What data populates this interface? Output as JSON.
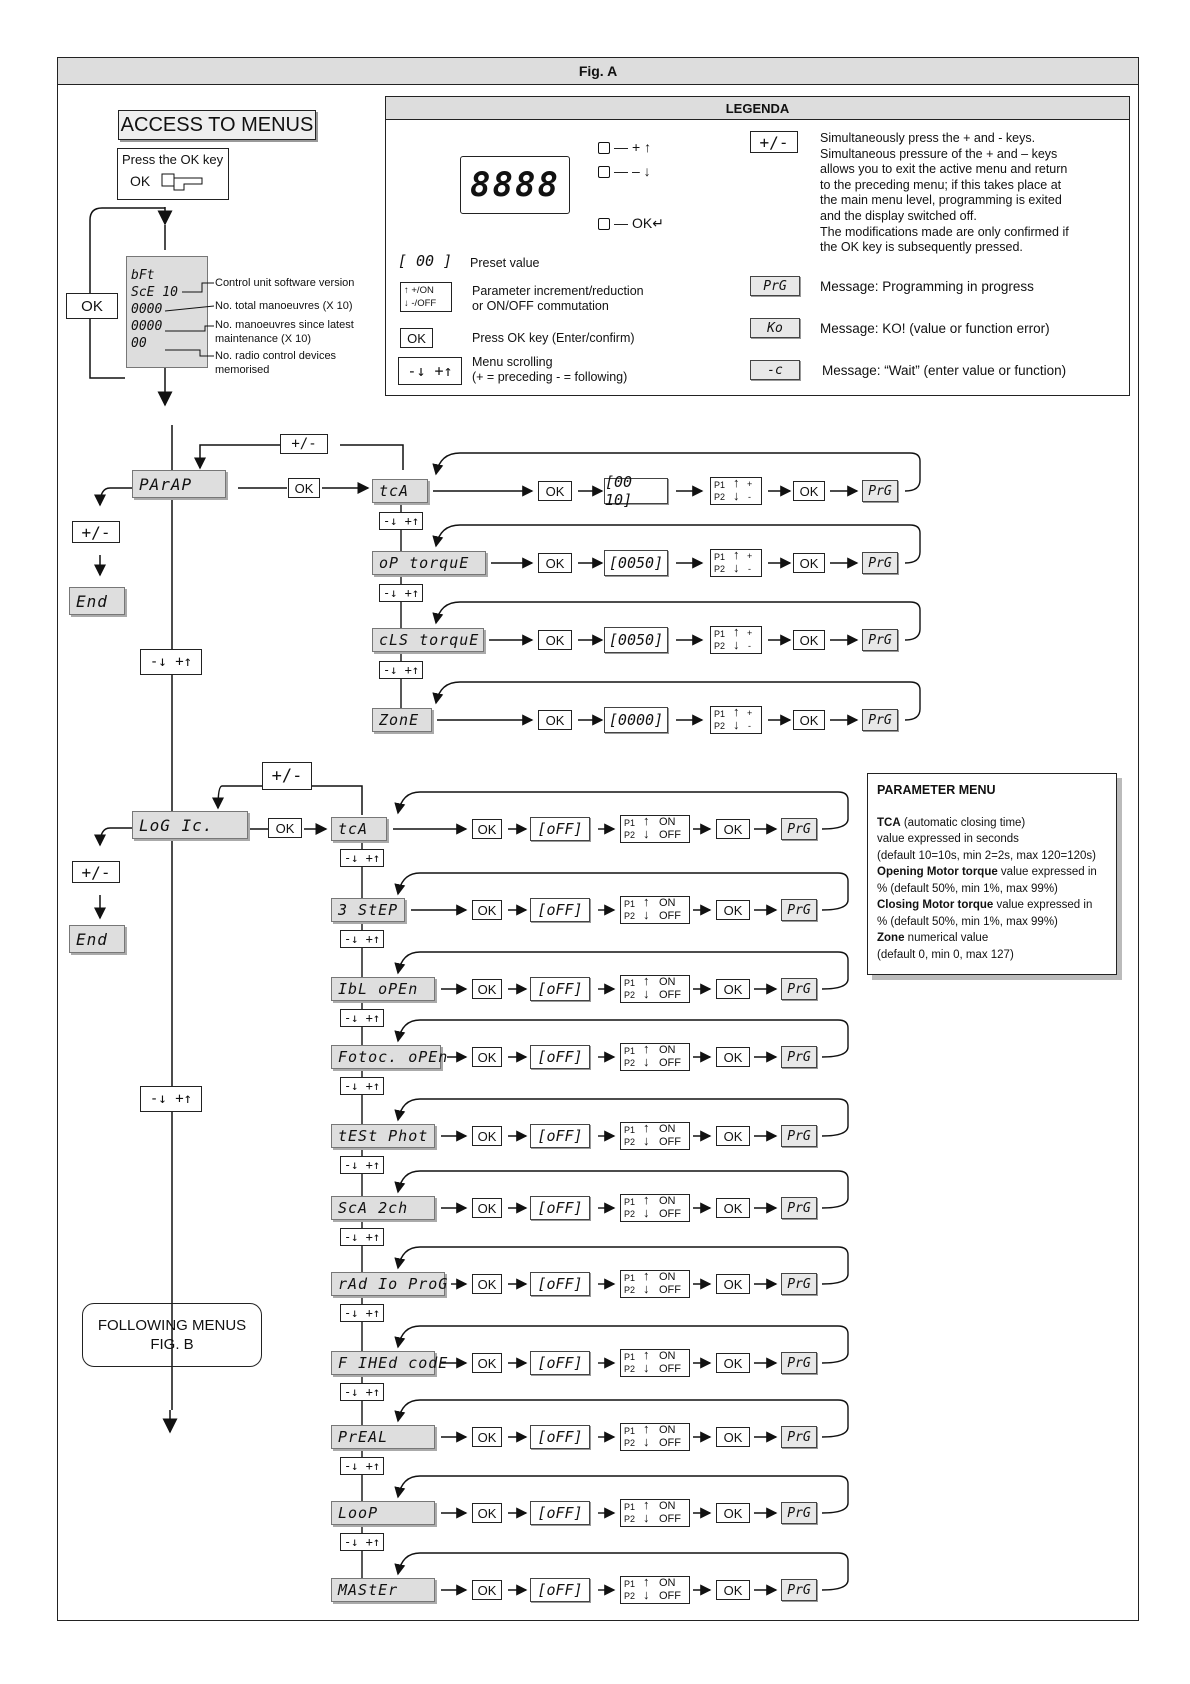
{
  "figure_title": "Fig. A",
  "access_title": "ACCESS TO MENUS",
  "press_ok_text": "Press the OK key",
  "ok_label": "OK",
  "plusminus_label": "+/-",
  "scroll_label": "-↓ +↑",
  "end_label": "End",
  "following_menus": [
    "FOLLOWING MENUS",
    "FIG. B"
  ],
  "startup_display": {
    "lines": [
      "bFt",
      "ScE 10",
      "0000",
      "0000",
      "00"
    ],
    "annotations": [
      "Control unit software version",
      "No. total manoeuvres (X 10)",
      "No. manoeuvres since latest",
      "maintenance (X 10)",
      "No. radio control devices",
      "memorised"
    ]
  },
  "legend": {
    "title": "LEGENDA",
    "display_digits": "8888",
    "key_plus": "+ ↑",
    "key_minus": "– ↓",
    "key_ok": "OK↵",
    "plusminus_desc": [
      "Simultaneously press the + and - keys.",
      "Simultaneous pressure of the + and – keys",
      "allows you to exit the active menu and return",
      "to the preceding menu; if this takes place at",
      "the main menu level, programming is exited",
      "and the display switched off.",
      "The modifications made are only confirmed if",
      "the OK key is subsequently pressed."
    ],
    "preset_symbol": "[ 00 ]",
    "preset_desc": "Preset value",
    "incr_symbol": [
      "↑ +/ON",
      "↓ -/OFF"
    ],
    "incr_desc": [
      "Parameter increment/reduction",
      "or ON/OFF commutation"
    ],
    "ok_desc": "Press OK key (Enter/confirm)",
    "scroll_desc": [
      "Menu scrolling",
      "(+ = preceding   - = following)"
    ],
    "prg_symbol": "PrG",
    "prg_desc": "Message: Programming in progress",
    "ko_symbol": "Ko",
    "ko_desc": "Message: KO! (value or function error)",
    "wait_symbol": "-c",
    "wait_desc": "Message: “Wait” (enter value or function)"
  },
  "param_menu": {
    "title": "PARAMETER MENU",
    "lines": [
      {
        "b": "TCA",
        "t": " (automatic closing time)"
      },
      {
        "b": "",
        "t": "value expressed in seconds"
      },
      {
        "b": "",
        "t": "(default 10=10s, min 2=2s, max 120=120s)"
      },
      {
        "b": "Opening Motor torque",
        "t": " value expressed in"
      },
      {
        "b": "",
        "t": "% (default 50%, min 1%, max 99%)"
      },
      {
        "b": "Closing Motor torque",
        "t": " value expressed in"
      },
      {
        "b": "",
        "t": "% (default 50%, min 1%, max 99%)"
      },
      {
        "b": "Zone",
        "t": " numerical value"
      },
      {
        "b": "",
        "t": "(default 0, min 0, max 127)"
      }
    ]
  },
  "param_main": "PArAP",
  "param_items": [
    {
      "name": "tcA",
      "value": "[00 10]"
    },
    {
      "name": "oP torquE",
      "value": "[0050]"
    },
    {
      "name": "cLS torquE",
      "value": "[0050]"
    },
    {
      "name": "ZonE",
      "value": "[0000]"
    }
  ],
  "param_pbox": [
    "P1",
    "P2",
    "+",
    "-"
  ],
  "logic_main": "LoG Ic.",
  "logic_items": [
    {
      "name": "tcA",
      "value": "[oFF]"
    },
    {
      "name": "3 StEP",
      "value": "[oFF]"
    },
    {
      "name": "IbL oPEn",
      "value": "[oFF]"
    },
    {
      "name": "Fotoc. oPEn",
      "value": "[oFF]"
    },
    {
      "name": "tESt Phot",
      "value": "[oFF]"
    },
    {
      "name": "ScA 2ch",
      "value": "[oFF]"
    },
    {
      "name": "rAd Io ProG",
      "value": "[oFF]"
    },
    {
      "name": "F IHEd codE",
      "value": "[oFF]"
    },
    {
      "name": "PrEAL",
      "value": "[oFF]"
    },
    {
      "name": "LooP",
      "value": "[oFF]"
    },
    {
      "name": "MAStEr",
      "value": "[oFF]"
    }
  ],
  "logic_pbox": [
    "P1",
    "P2",
    "ON",
    "OFF"
  ],
  "prg": "PrG"
}
